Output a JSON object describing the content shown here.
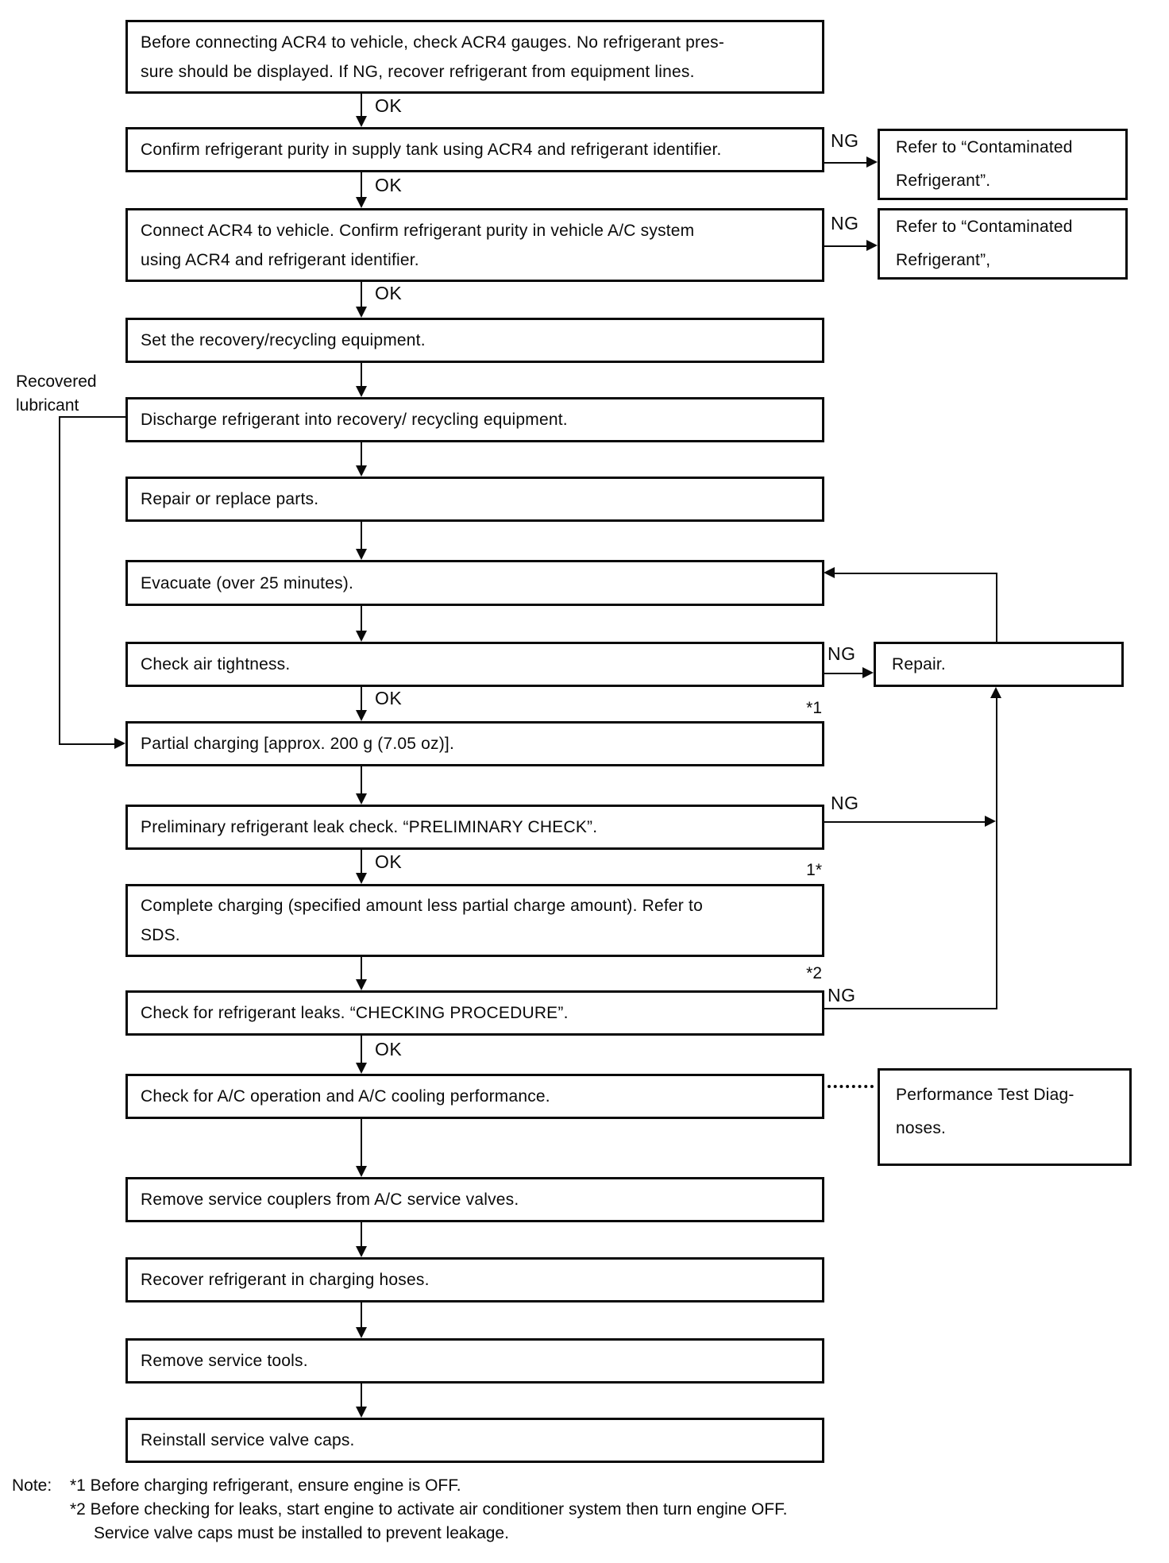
{
  "steps": [
    {
      "text": "Before connecting ACR4 to vehicle, check ACR4 gauges. No refrigerant pres-\nsure should be displayed. If NG, recover refrigerant from equipment lines."
    },
    {
      "text": "Confirm refrigerant purity in supply tank using ACR4 and refrigerant identifier."
    },
    {
      "text": "Connect ACR4 to vehicle. Confirm refrigerant purity in vehicle A/C system\nusing ACR4 and refrigerant identifier."
    },
    {
      "text": "Set the recovery/recycling equipment."
    },
    {
      "text": "Discharge refrigerant into recovery/ recycling equipment."
    },
    {
      "text": "Repair or replace parts."
    },
    {
      "text": "Evacuate (over 25 minutes)."
    },
    {
      "text": "Check air tightness."
    },
    {
      "text": "Partial charging [approx. 200 g (7.05 oz)]."
    },
    {
      "text": "Preliminary refrigerant leak check. “PRELIMINARY CHECK”."
    },
    {
      "text": "Complete charging (specified amount less partial charge amount). Refer to\nSDS."
    },
    {
      "text": "Check for refrigerant leaks. “CHECKING PROCEDURE”."
    },
    {
      "text": "Check for A/C operation and A/C cooling performance."
    },
    {
      "text": "Remove service couplers from A/C service valves."
    },
    {
      "text": "Recover refrigerant in charging hoses."
    },
    {
      "text": "Remove service tools."
    },
    {
      "text": "Reinstall service valve caps."
    }
  ],
  "side_boxes": [
    {
      "text": "Refer to “Contaminated\nRefrigerant”."
    },
    {
      "text": "Refer to “Contaminated\nRefrigerant”,"
    },
    {
      "text": "Repair."
    },
    {
      "text": "Performance Test Diag-\nnoses."
    }
  ],
  "labels": {
    "ok": "OK",
    "ng": "NG",
    "recovered_lubricant": "Recovered\nlubricant",
    "star1": "*1",
    "one_star": "1*",
    "star2": "*2"
  },
  "note": {
    "prefix": "Note:",
    "line1": "*1 Before charging refrigerant, ensure engine is OFF.",
    "line2": "*2 Before checking for leaks, start engine to activate air conditioner system then turn engine OFF.",
    "line3": "Service valve caps must be installed to prevent leakage."
  }
}
